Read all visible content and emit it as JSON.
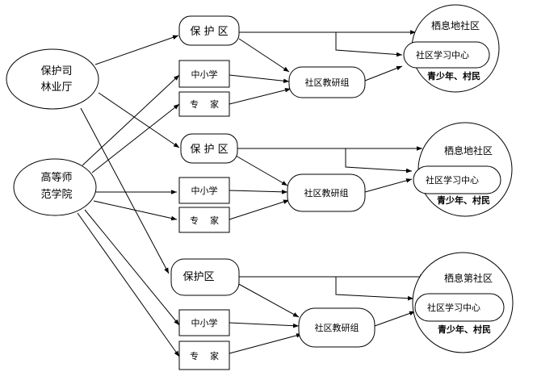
{
  "sources": {
    "forestry": [
      "保护司",
      "林业厅"
    ],
    "university": [
      "高等师",
      "范学院"
    ]
  },
  "groups": [
    {
      "reserve": "保 护 区",
      "school": "中小学",
      "expert": "专    家",
      "research": "社区教研组",
      "community": "栖息地社区",
      "center": "社区学习中心",
      "people": "青少年、村民"
    },
    {
      "reserve": "保 护 区",
      "school": "中小学",
      "expert": "专    家",
      "research": "社区教研组",
      "community": "栖息地社区",
      "center": "社区学习中心",
      "people": "青少年、村民"
    },
    {
      "reserve": "保护区",
      "school": "中小学",
      "expert": "专    家",
      "research": "社区教研组",
      "community": "栖息第社区",
      "center": "社区学习中心",
      "people": "青少年、村民"
    }
  ]
}
